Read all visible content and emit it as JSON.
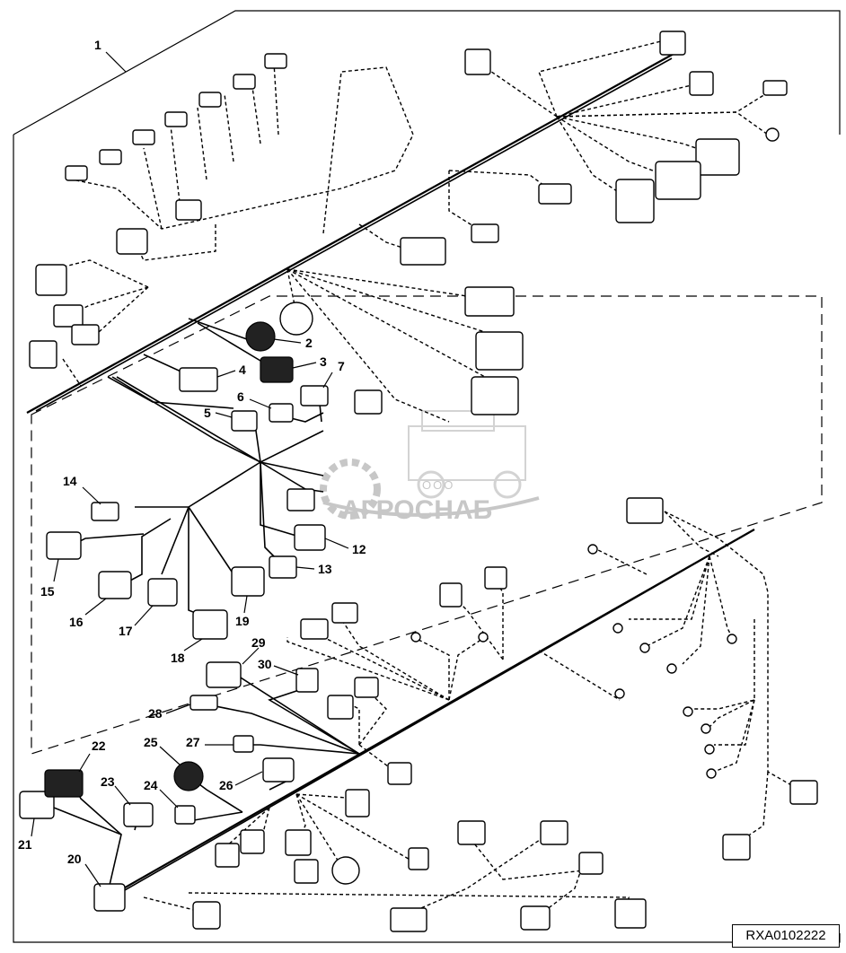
{
  "callouts": [
    "1",
    "2",
    "3",
    "4",
    "5",
    "6",
    "7",
    "12",
    "13",
    "14",
    "15",
    "16",
    "17",
    "18",
    "19",
    "20",
    "21",
    "22",
    "23",
    "24",
    "25",
    "26",
    "27",
    "28",
    "29",
    "30"
  ],
  "reference_code": "RXA0102222",
  "watermark": {
    "brand": "АГРОСНАБ",
    "prefix": "ООО"
  }
}
